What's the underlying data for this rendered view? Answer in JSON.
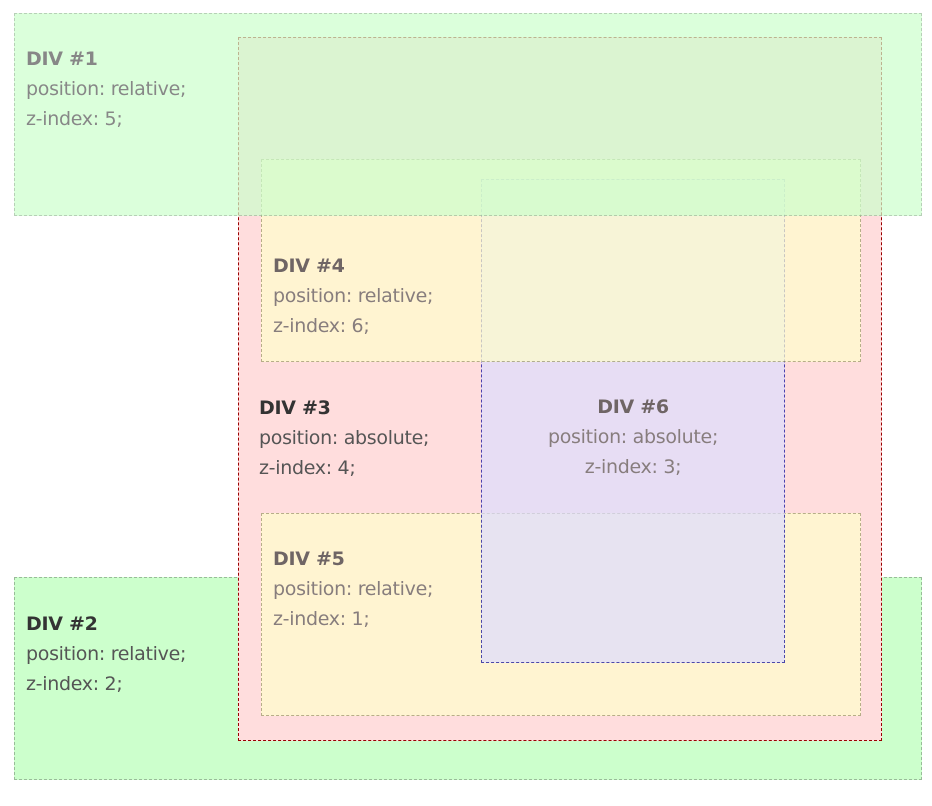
{
  "divs": {
    "div1": {
      "title": "DIV #1",
      "position": "position: relative;",
      "zindex": "z-index: 5;",
      "color": "#ccffcc"
    },
    "div2": {
      "title": "DIV #2",
      "position": "position: relative;",
      "zindex": "z-index: 2;",
      "color": "#ccffcc"
    },
    "div3": {
      "title": "DIV #3",
      "position": "position: absolute;",
      "zindex": "z-index: 4;",
      "color": "#ffdddd"
    },
    "div4": {
      "title": "DIV #4",
      "position": "position: relative;",
      "zindex": "z-index: 6;",
      "color": "#ffffcc"
    },
    "div5": {
      "title": "DIV #5",
      "position": "position: relative;",
      "zindex": "z-index: 1;",
      "color": "#ffffcc"
    },
    "div6": {
      "title": "DIV #6",
      "position": "position: absolute;",
      "zindex": "z-index: 3;",
      "color": "#ddddff"
    }
  }
}
